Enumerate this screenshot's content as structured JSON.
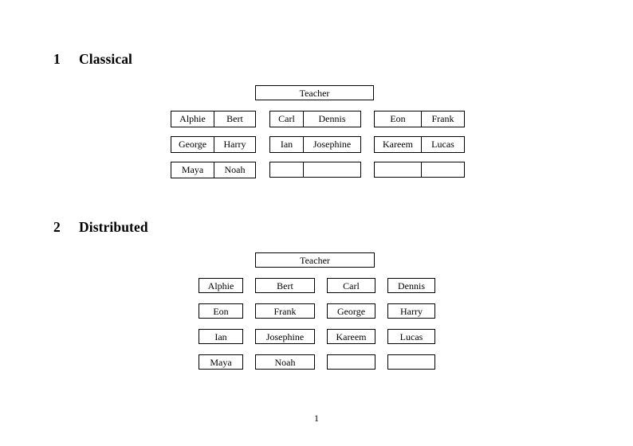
{
  "document": {
    "page_number": "1"
  },
  "sections": [
    {
      "number": "1",
      "title": "Classical",
      "teacher": {
        "label": "Teacher"
      },
      "groups": [
        {
          "name": "group-a",
          "rows": [
            [
              "Alphie",
              "Bert"
            ],
            [
              "George",
              "Harry"
            ],
            [
              "Maya",
              "Noah"
            ]
          ]
        },
        {
          "name": "group-b",
          "rows": [
            [
              "Carl",
              "Dennis"
            ],
            [
              "Ian",
              "Josephine"
            ],
            [
              "",
              ""
            ]
          ]
        },
        {
          "name": "group-c",
          "rows": [
            [
              "Eon",
              "Frank"
            ],
            [
              "Kareem",
              "Lucas"
            ],
            [
              "",
              ""
            ]
          ]
        }
      ]
    },
    {
      "number": "2",
      "title": "Distributed",
      "teacher": {
        "label": "Teacher"
      },
      "rows": [
        [
          "Alphie",
          "Bert",
          "Carl",
          "Dennis"
        ],
        [
          "Eon",
          "Frank",
          "George",
          "Harry"
        ],
        [
          "Ian",
          "Josephine",
          "Kareem",
          "Lucas"
        ],
        [
          "Maya",
          "Noah",
          "",
          ""
        ]
      ]
    }
  ]
}
